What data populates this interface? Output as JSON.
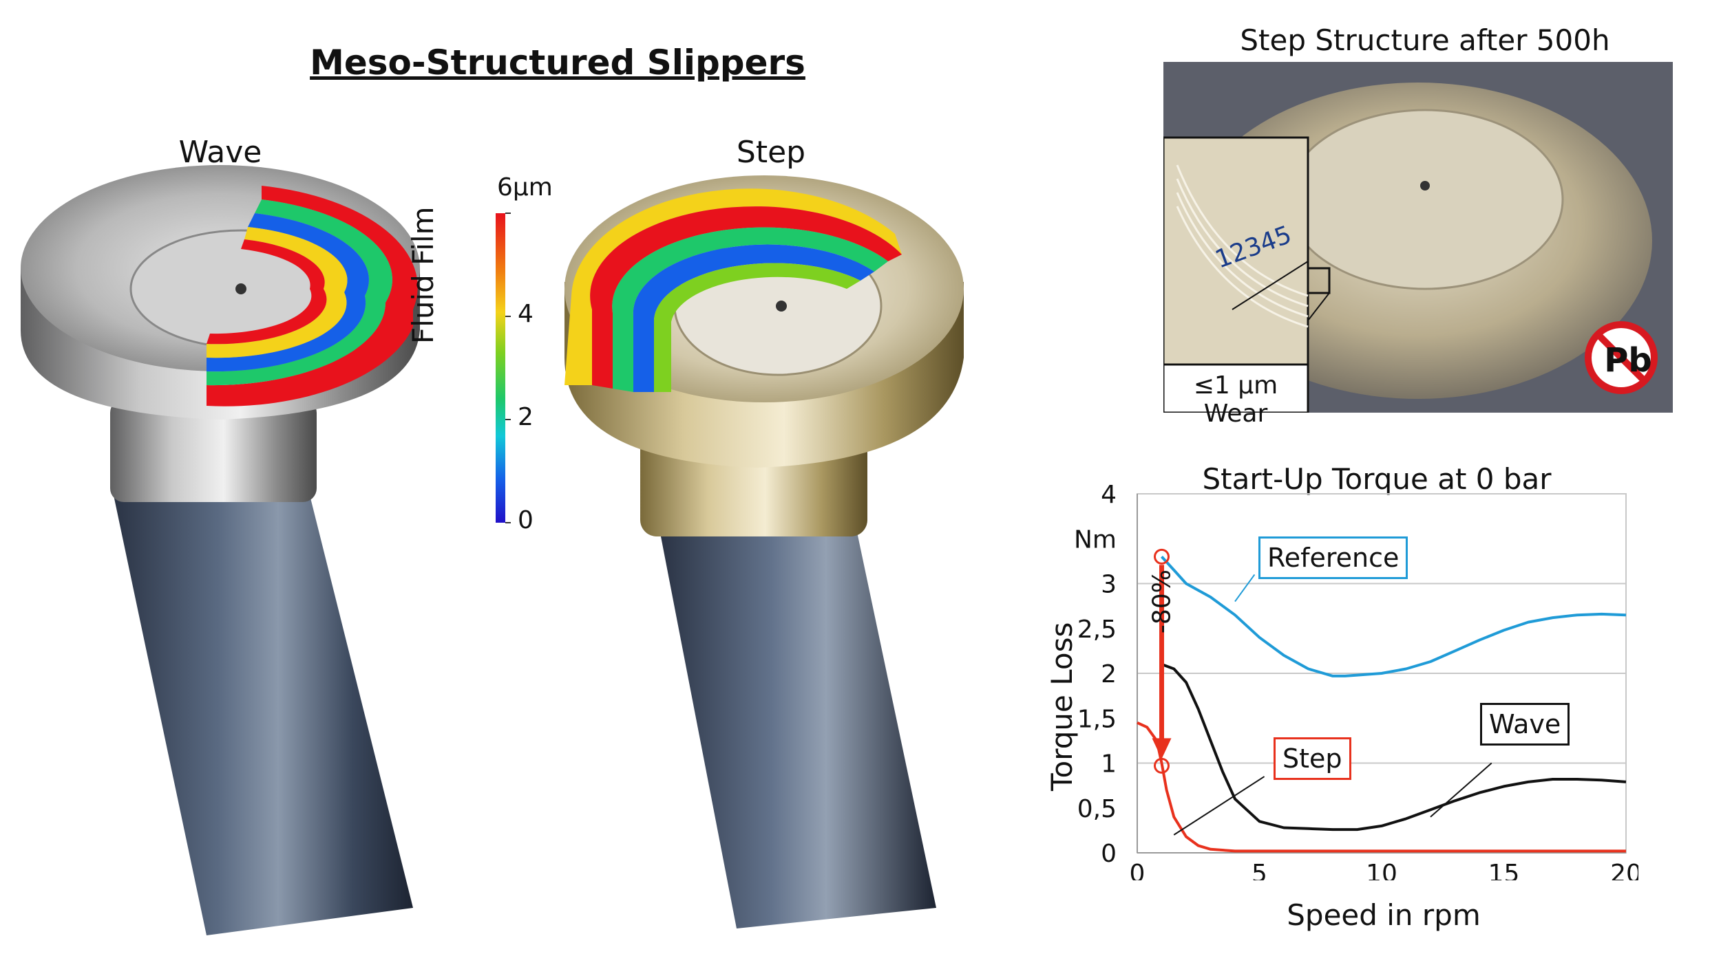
{
  "title": "Meso-Structured Slippers",
  "panels": {
    "wave_label": "Wave",
    "step_label": "Step"
  },
  "colorbar": {
    "label": "Fluid Film",
    "top_tick": "6µm",
    "ticks": [
      "4",
      "2",
      "0"
    ],
    "colors": [
      "#e8121c",
      "#f07a10",
      "#f4d21a",
      "#7ed020",
      "#1ec86a",
      "#12c8d8",
      "#1560e8",
      "#2010c8"
    ]
  },
  "photo": {
    "title": "Step  Structure after 500h",
    "inset_numbers": "12345",
    "inset_caption": "≤1 µm Wear",
    "badge_text": "Pb"
  },
  "chart_data": {
    "type": "line",
    "title": "Start-Up Torque at 0 bar",
    "xlabel": "Speed in rpm",
    "ylabel": "Torque Loss",
    "yunit": "Nm",
    "xlim": [
      0,
      20
    ],
    "ylim": [
      0,
      4
    ],
    "xticks": [
      "0",
      "5",
      "10",
      "15",
      "20"
    ],
    "yticks": [
      "0",
      "0,5",
      "1",
      "1,5",
      "2",
      "2,5",
      "3",
      "4"
    ],
    "gridlines_y": [
      1,
      2,
      3
    ],
    "series": [
      {
        "name": "Reference",
        "color": "#1f9bd7",
        "x": [
          1.0,
          1.5,
          2.0,
          3.0,
          4.0,
          5.0,
          6.0,
          7.0,
          8.0,
          8.5,
          9.0,
          10.0,
          11.0,
          12.0,
          13.0,
          14.0,
          15.0,
          16.0,
          17.0,
          18.0,
          19.0,
          20.0
        ],
        "y": [
          3.3,
          3.15,
          3.0,
          2.85,
          2.65,
          2.4,
          2.2,
          2.05,
          1.97,
          1.97,
          1.98,
          2.0,
          2.05,
          2.13,
          2.25,
          2.37,
          2.48,
          2.57,
          2.62,
          2.65,
          2.66,
          2.65
        ]
      },
      {
        "name": "Wave",
        "color": "#111111",
        "x": [
          1.0,
          1.5,
          2.0,
          2.5,
          3.0,
          3.5,
          4.0,
          5.0,
          6.0,
          7.0,
          8.0,
          9.0,
          10.0,
          11.0,
          12.0,
          13.0,
          14.0,
          15.0,
          16.0,
          17.0,
          18.0,
          19.0,
          20.0
        ],
        "y": [
          2.1,
          2.05,
          1.9,
          1.6,
          1.25,
          0.9,
          0.6,
          0.35,
          0.28,
          0.27,
          0.26,
          0.26,
          0.3,
          0.38,
          0.48,
          0.58,
          0.67,
          0.74,
          0.79,
          0.82,
          0.82,
          0.81,
          0.79
        ]
      },
      {
        "name": "Step",
        "color": "#e8311d",
        "x": [
          0.0,
          0.4,
          0.8,
          1.0,
          1.2,
          1.5,
          2.0,
          2.5,
          3.0,
          4.0,
          5.0,
          10.0,
          15.0,
          20.0
        ],
        "y": [
          1.45,
          1.4,
          1.25,
          1.0,
          0.7,
          0.4,
          0.18,
          0.08,
          0.04,
          0.02,
          0.02,
          0.02,
          0.02,
          0.02
        ]
      }
    ],
    "annotation": {
      "label": "-80%",
      "x": 1.0,
      "y_from": 3.3,
      "y_to": 0.97,
      "color": "#e8311d"
    }
  }
}
